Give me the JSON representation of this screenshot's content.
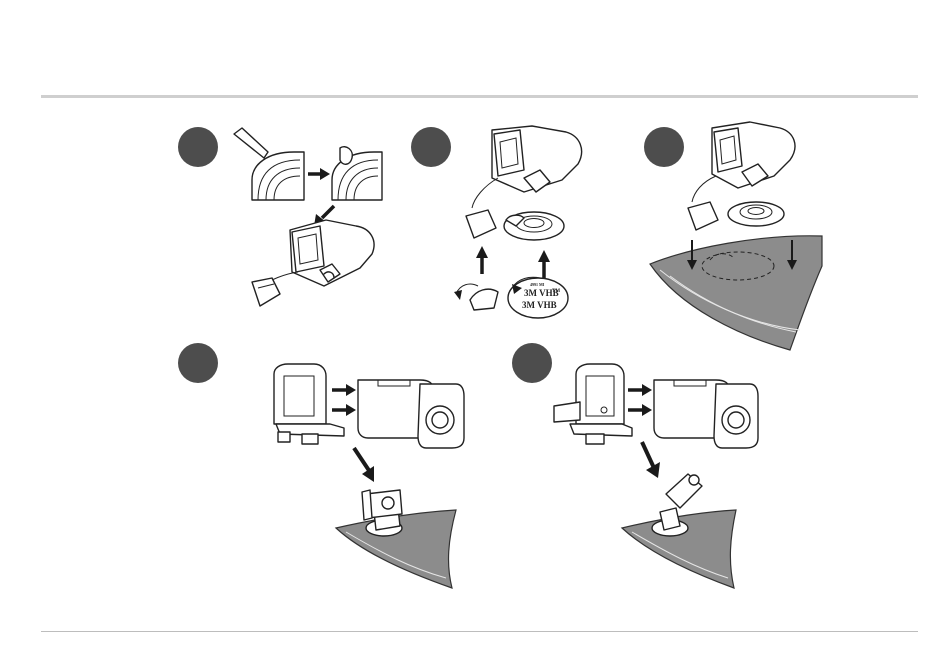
{
  "steps": [
    {
      "id": "step-1",
      "badge_color": "#4d4d4d"
    },
    {
      "id": "step-2",
      "badge_color": "#4d4d4d"
    },
    {
      "id": "step-3",
      "badge_color": "#4d4d4d"
    },
    {
      "id": "step-4",
      "badge_color": "#4d4d4d"
    },
    {
      "id": "step-5",
      "badge_color": "#4d4d4d"
    }
  ],
  "adhesive_pad": {
    "brand_line_1": "3M VHB",
    "brand_line_2": "3M VHB",
    "trademark": "TM",
    "small_text": "4991 MI"
  },
  "colors": {
    "helmet_shell": "#8c8c8c",
    "badge": "#4d4d4d",
    "rule": "#cfcfcf"
  }
}
